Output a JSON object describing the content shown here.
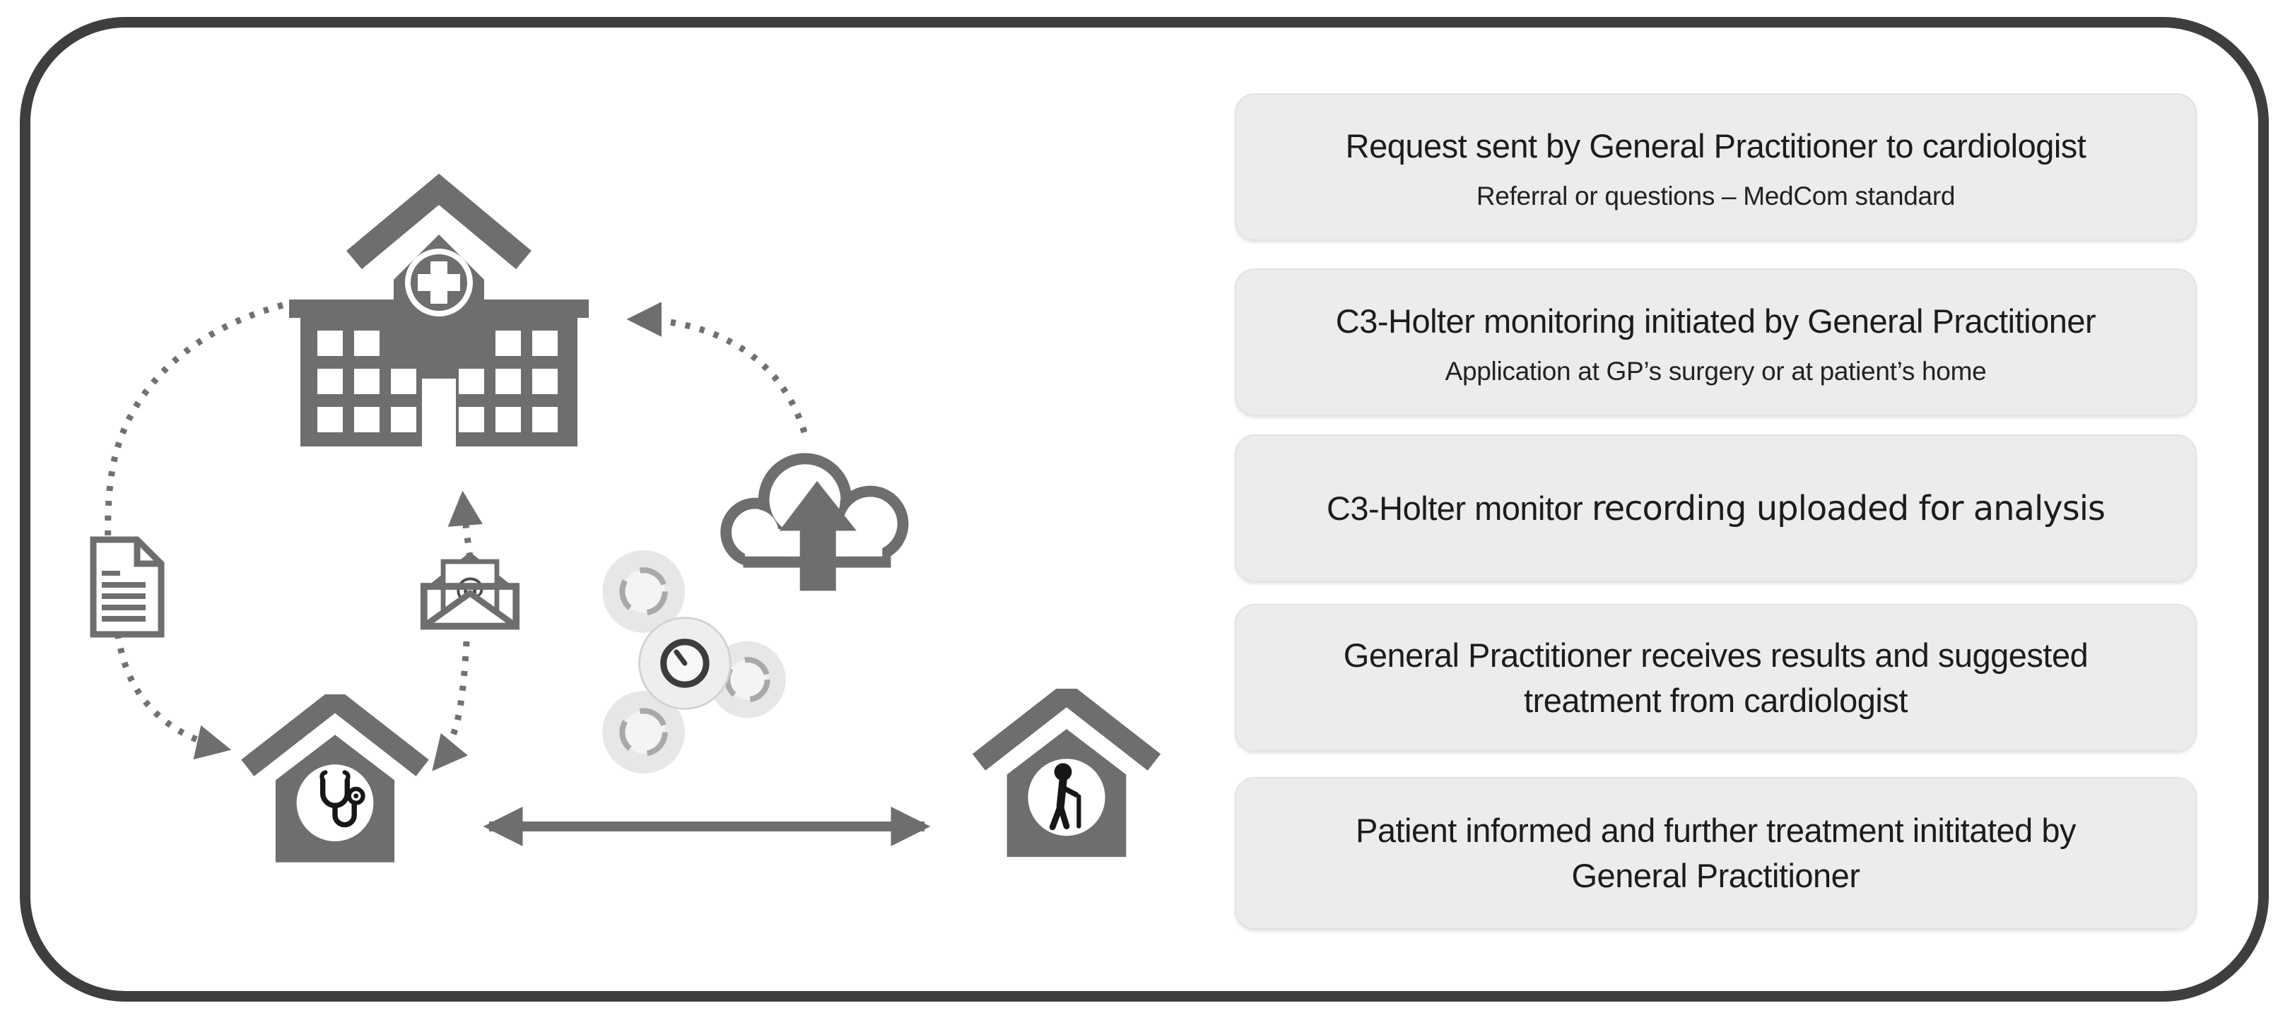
{
  "diagram": {
    "envelope_at": "@",
    "icons": {
      "hospital": "hospital-building",
      "document": "referral-document",
      "envelope": "email-envelope",
      "cloud": "cloud-upload",
      "device": "c3-holter-monitor-device",
      "gp_house": "gp-surgery-house",
      "patient_house": "patient-home-house"
    }
  },
  "steps": [
    {
      "title": "Request sent by General Practitioner to cardiologist",
      "subtitle": "Referral or questions – MedCom standard"
    },
    {
      "title": "C3-Holter monitoring initiated by General Practitioner",
      "subtitle": "Application at GP’s surgery or at patient’s home"
    },
    {
      "title_part1": "C3-Holter monitor ",
      "title_part2": "recording uploaded for analysis"
    },
    {
      "lines": [
        "General Practitioner receives results and suggested",
        "treatment from cardiologist"
      ]
    },
    {
      "lines": [
        "Patient informed and further treatment inititated by",
        "General Practitioner"
      ]
    }
  ],
  "colors": {
    "icon_gray": "#6e6e6e",
    "frame_border": "#3e3e3e",
    "box_bg": "#ececec",
    "box_border": "#e3e3e3",
    "text": "#1c1c1c",
    "glyph_black": "#161616"
  }
}
